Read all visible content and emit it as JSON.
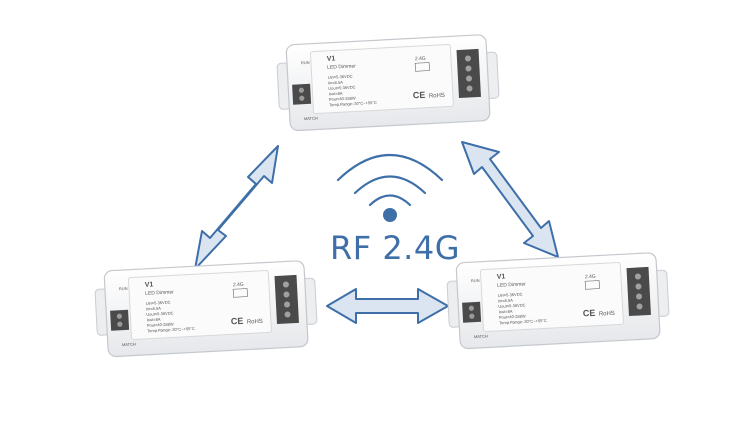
{
  "rf_label": "RF 2.4G",
  "colors": {
    "accent": "#3e6fa8",
    "arrow_fill": "#dbe5f2",
    "device_body": "#f3f4f6",
    "device_label": "#fbfbfb",
    "terminal": "#4a4a4a"
  },
  "devices": [
    {
      "model": "V1",
      "name": "LED Dimmer",
      "specs": [
        "Uin=5-36VDC",
        "Iin=8.5A",
        "Uout=5-36VDC",
        "Iout=8A",
        "Pout=40-288W",
        "Temp.Range:-30°C~+55°C"
      ],
      "ce": "CE",
      "rohs": "RoHS",
      "run": "RUN",
      "match": "MATCH",
      "freq": "2.4G",
      "icon": "wireless-module-icon"
    },
    {
      "model": "V1",
      "name": "LED Dimmer",
      "specs": [
        "Uin=5-36VDC",
        "Iin=8.5A",
        "Uout=5-36VDC",
        "Iout=8A",
        "Pout=40-288W",
        "Temp.Range:-30°C~+55°C"
      ],
      "ce": "CE",
      "rohs": "RoHS",
      "run": "RUN",
      "match": "MATCH",
      "freq": "2.4G",
      "icon": "wireless-module-icon"
    },
    {
      "model": "V1",
      "name": "LED Dimmer",
      "specs": [
        "Uin=5-36VDC",
        "Iin=8.5A",
        "Uout=5-36VDC",
        "Iout=8A",
        "Pout=40-288W",
        "Temp.Range:-30°C~+55°C"
      ],
      "ce": "CE",
      "rohs": "RoHS",
      "run": "RUN",
      "match": "MATCH",
      "freq": "2.4G",
      "icon": "wireless-module-icon"
    }
  ]
}
